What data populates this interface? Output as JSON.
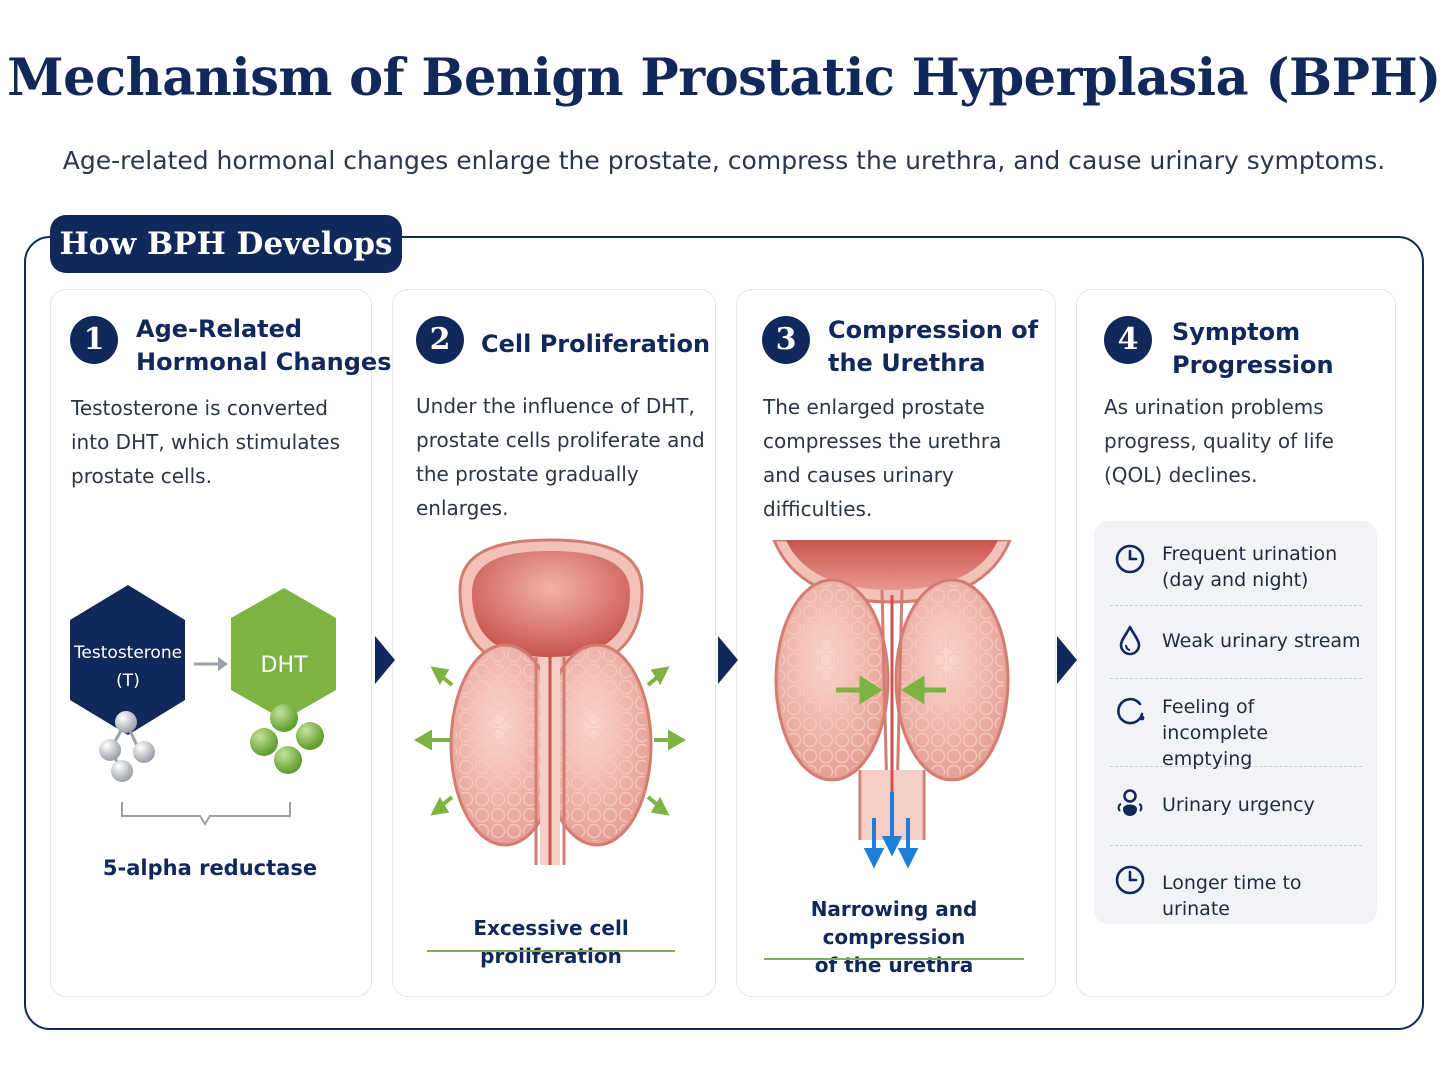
{
  "header": {
    "title": "Mechanism of Benign Prostatic Hyperplasia (BPH)",
    "subtitle": "Age-related hormonal changes enlarge the prostate, compress the urethra, and cause urinary symptoms."
  },
  "section": {
    "tag": "How BPH Develops"
  },
  "steps": [
    {
      "number": "1",
      "heading": [
        "Age-Related",
        "Hormonal Changes"
      ],
      "description": [
        "Testosterone is converted",
        "into DHT, which stimulates",
        "prostate cells."
      ],
      "molecules": {
        "from": [
          "Testosterone",
          "(T)"
        ],
        "to": "DHT"
      },
      "enzyme": "5-alpha reductase"
    },
    {
      "number": "2",
      "heading": [
        "Cell Proliferation"
      ],
      "description": [
        "Under the influence of DHT,",
        "prostate cells proliferate and",
        "the prostate gradually",
        "enlarges."
      ],
      "caption": [
        "Excessive cell proliferation"
      ]
    },
    {
      "number": "3",
      "heading": [
        "Compression of",
        "the Urethra"
      ],
      "description": [
        "The enlarged prostate",
        "compresses the urethra",
        "and causes urinary",
        "difficulties."
      ],
      "caption": [
        "Narrowing and compression",
        "of the urethra"
      ]
    },
    {
      "number": "4",
      "heading": [
        "Symptom",
        "Progression"
      ],
      "description": [
        "As urination problems",
        "progress, quality of life",
        "(QOL) declines."
      ],
      "symptoms": [
        {
          "icon": "clock-icon",
          "label": [
            "Frequent urination",
            "(day and night)"
          ]
        },
        {
          "icon": "droplet-icon",
          "label": [
            "Weak urinary stream"
          ]
        },
        {
          "icon": "incomplete-circle-icon",
          "label": [
            "Feeling of incomplete",
            "emptying"
          ]
        },
        {
          "icon": "bladder-urgency-icon",
          "label": [
            "Urinary urgency"
          ]
        },
        {
          "icon": "clock-icon",
          "label": [
            "Longer time to urinate"
          ]
        }
      ]
    }
  ],
  "colors": {
    "navy": "#10285a",
    "green": "#7cb342",
    "tissue": "#e9a79d",
    "blue_arrow": "#1e7fd6"
  }
}
